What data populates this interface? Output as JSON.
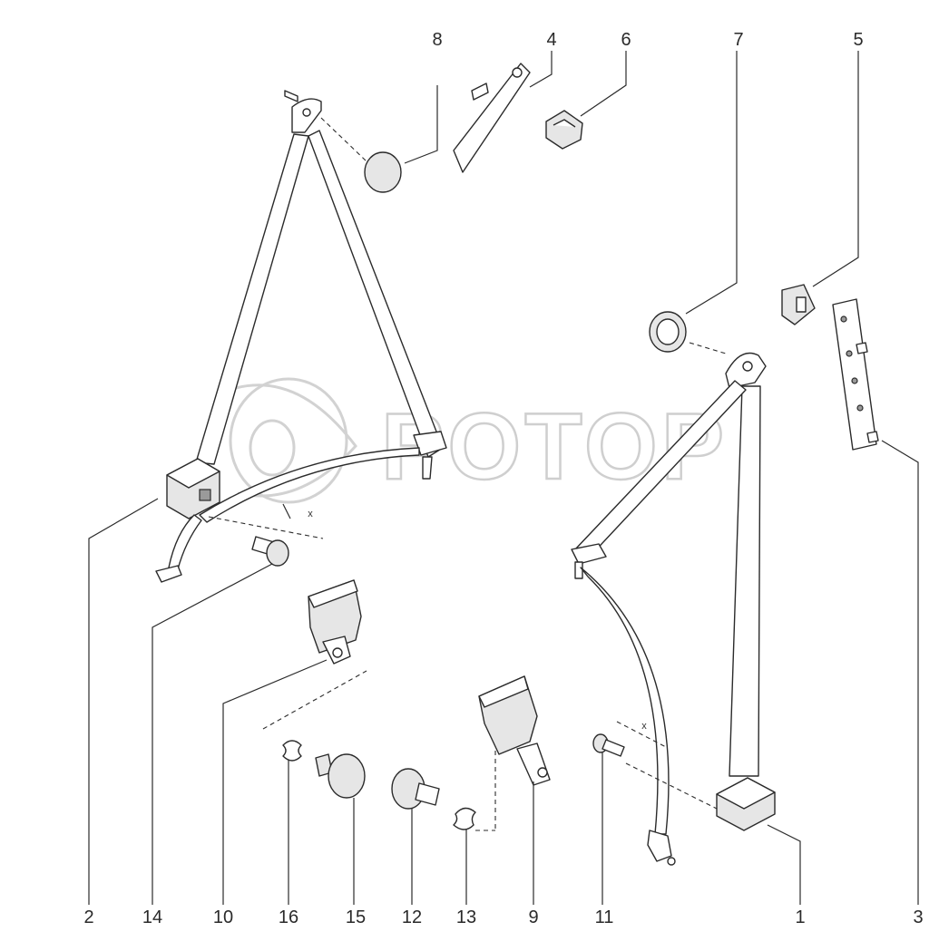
{
  "watermark": {
    "text": "POTOP"
  },
  "dimension_marks": {
    "left_x": "x",
    "right_x": "x"
  },
  "callouts": [
    {
      "id": "8",
      "label": "8"
    },
    {
      "id": "4",
      "label": "4"
    },
    {
      "id": "6",
      "label": "6"
    },
    {
      "id": "7",
      "label": "7"
    },
    {
      "id": "5",
      "label": "5"
    },
    {
      "id": "2",
      "label": "2"
    },
    {
      "id": "14",
      "label": "14"
    },
    {
      "id": "10",
      "label": "10"
    },
    {
      "id": "16",
      "label": "16"
    },
    {
      "id": "15",
      "label": "15"
    },
    {
      "id": "12",
      "label": "12"
    },
    {
      "id": "13",
      "label": "13"
    },
    {
      "id": "9",
      "label": "9"
    },
    {
      "id": "11",
      "label": "11"
    },
    {
      "id": "1",
      "label": "1"
    },
    {
      "id": "3",
      "label": "3"
    }
  ]
}
